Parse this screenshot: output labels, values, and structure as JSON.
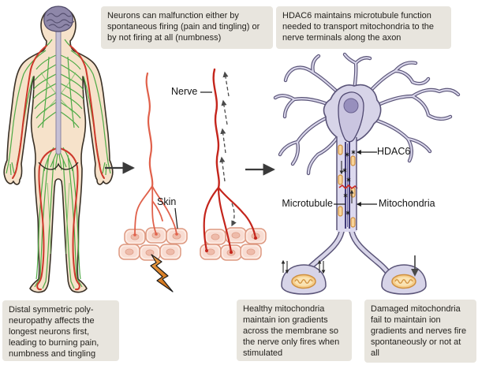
{
  "figure": {
    "top_boxes": [
      "Neurons can malfunction either by spontaneous firing (pain and tingling) or by not firing at all (numbness)",
      "HDAC6 maintains microtubule function needed to transport mitochondria to the nerve terminals along the axon"
    ],
    "bottom_boxes": [
      "Distal symmetric poly-neuropathy affects the longest neurons first, leading to burning pain, numbness and tingling",
      "Healthy mitochondria maintain ion gradients across the membrane so the nerve only fires when stimulated",
      "Damaged mitochondria fail to maintain ion gradients and nerves fire spontaneously or not at all"
    ],
    "labels": {
      "nerve": "Nerve",
      "skin": "Skin",
      "hdac6": "HDAC6",
      "microtubule": "Microtubule",
      "mitochondria": "Mitochondria"
    },
    "icons": {
      "lightning-bolt-icon": "painful stimulus (zigzag bolt)",
      "flow-arrow-icon": "right arrow between panels",
      "impulse-arrow-icon": "dashed arrows along firing nerve",
      "ion-exchange-icon": "small up/down arrows at nerve terminal"
    },
    "colors": {
      "box_bg": "#e8e5de",
      "text": "#24221e",
      "nerve_red": "#c4251c",
      "nerve_salmon": "#e0614b",
      "peripheral_nerve_green": "#46a83f",
      "body_skin": "#f6e2ca",
      "brain_purple": "#8e87a9",
      "neuron_fill": "#d7d4e8",
      "neuron_outline": "#5a5478",
      "mitochondria_fill": "#f5cd8a",
      "mitochondria_outline": "#cf8f3e",
      "bolt_orange": "#e07a1e",
      "arrow_gray": "#3a3a3a"
    }
  }
}
